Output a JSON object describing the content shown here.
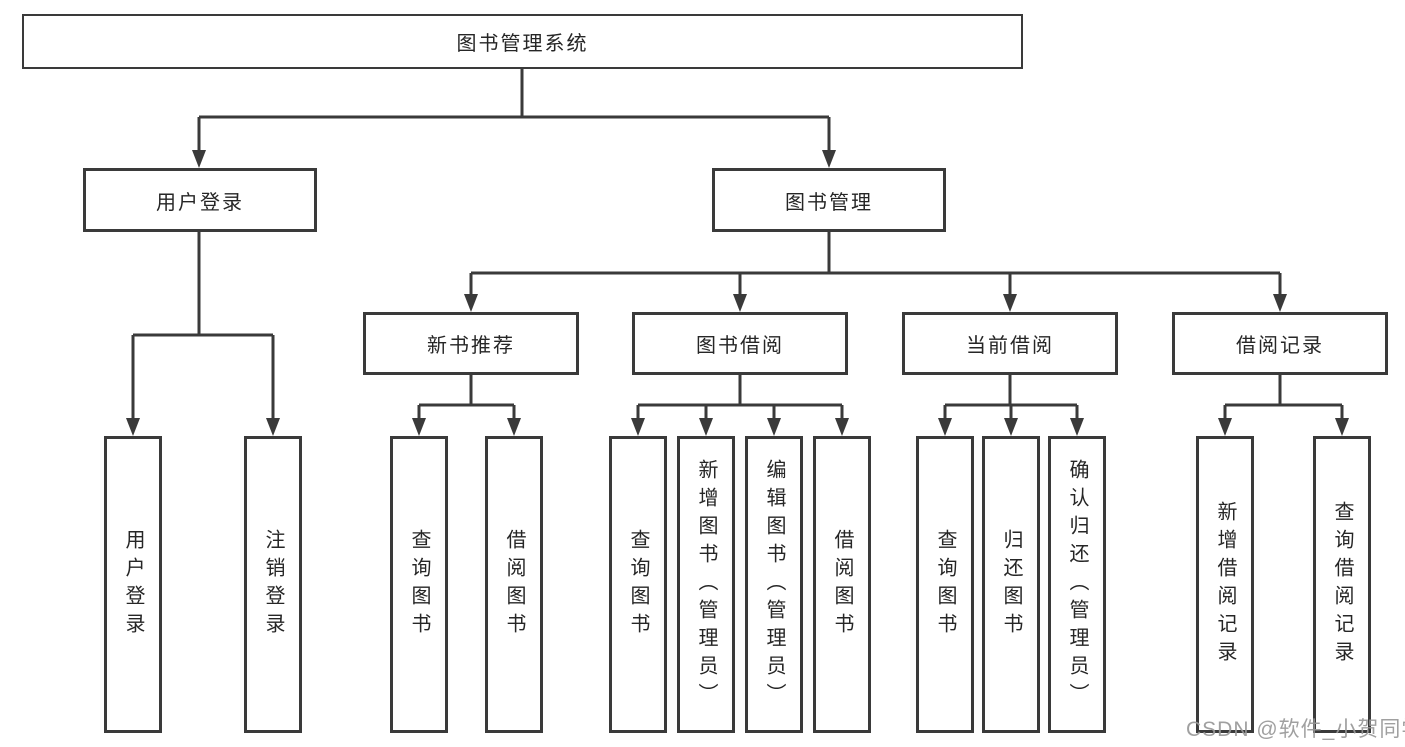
{
  "colors": {
    "line": "#3a3a3a",
    "text": "#262626",
    "background": "#ffffff",
    "watermark": "#989898"
  },
  "watermark": {
    "text": "CSDN @软件_小贺同学"
  },
  "tree": {
    "root": {
      "label": "图书管理系统"
    },
    "branches": [
      {
        "label": "用户登录",
        "children": [
          "用户登录",
          "注销登录"
        ]
      },
      {
        "label": "图书管理",
        "groups": [
          {
            "label": "新书推荐",
            "children": [
              "查询图书",
              "借阅图书"
            ]
          },
          {
            "label": "图书借阅",
            "children": [
              "查询图书",
              "新增图书（管理员）",
              "编辑图书（管理员）",
              "借阅图书"
            ]
          },
          {
            "label": "当前借阅",
            "children": [
              "查询图书",
              "归还图书",
              "确认归还（管理员）"
            ]
          },
          {
            "label": "借阅记录",
            "children": [
              "新增借阅记录",
              "查询借阅记录"
            ]
          }
        ]
      }
    ]
  }
}
